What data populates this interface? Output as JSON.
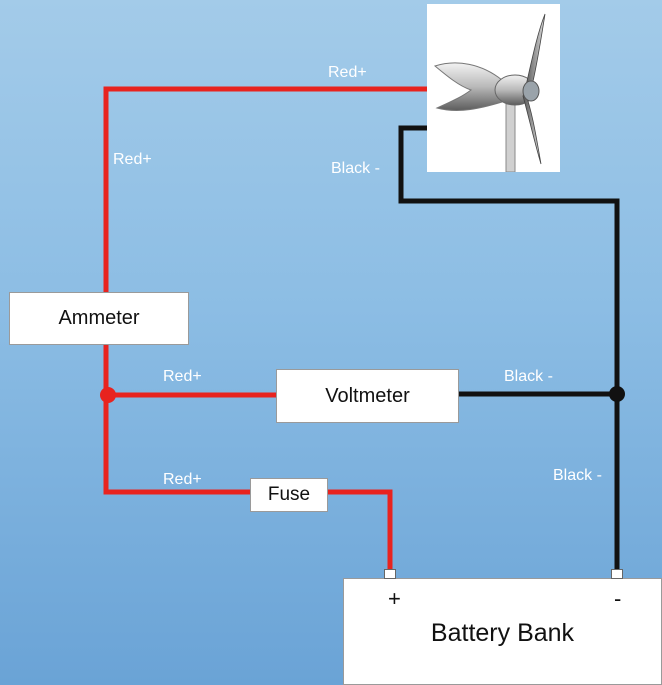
{
  "colors": {
    "positive_wire": "#e8231f",
    "negative_wire": "#111111",
    "background": "#8cbde4"
  },
  "components": {
    "ammeter": "Ammeter",
    "voltmeter": "Voltmeter",
    "fuse": "Fuse",
    "battery": "Battery Bank",
    "battery_positive": "+",
    "battery_negative": "-"
  },
  "wire_labels": {
    "turbine_red": "Red+",
    "vertical_red": "Red+",
    "turbine_black": "Black -",
    "voltmeter_red": "Red+",
    "voltmeter_black": "Black -",
    "fuse_red": "Red+",
    "battery_black": "Black -"
  },
  "icons": {
    "turbine": "wind-turbine-icon"
  }
}
